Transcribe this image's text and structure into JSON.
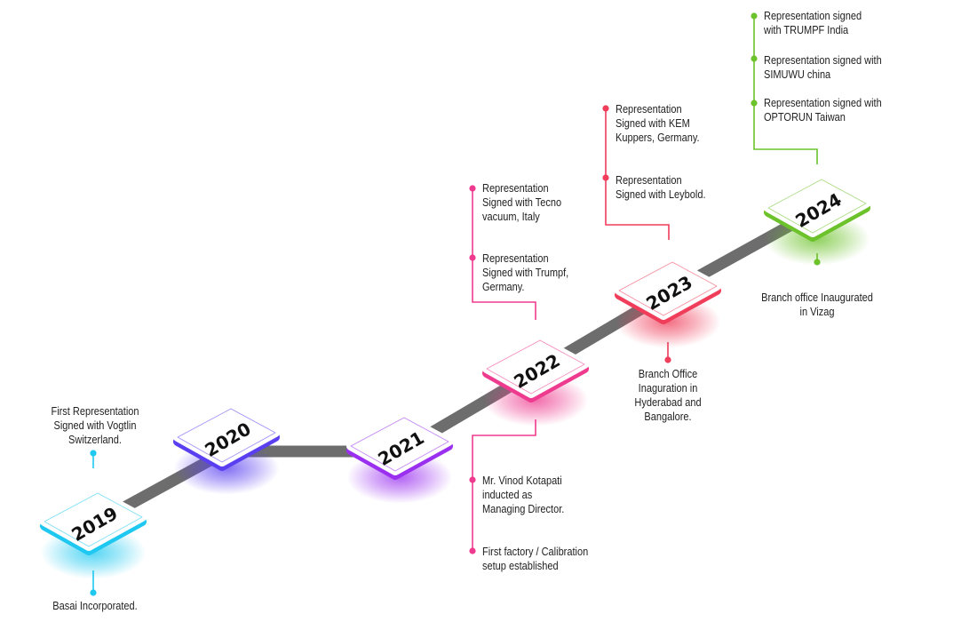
{
  "milestones": [
    {
      "year": "2019",
      "color": "#1ec8f0",
      "above": [
        "First Representation\nSigned with Vogtlin\nSwitzerland."
      ],
      "below": [
        "Basai Incorporated."
      ]
    },
    {
      "year": "2020",
      "color": "#5a3ff0",
      "above": [],
      "below": []
    },
    {
      "year": "2021",
      "color": "#9a2ff0",
      "above": [],
      "below": []
    },
    {
      "year": "2022",
      "color": "#ee3b8f",
      "above": [
        "Representation\nSigned with Tecno\nvacuum, Italy",
        "Representation\nSigned with Trumpf,\nGermany."
      ],
      "below": [
        "Mr. Vinod Kotapati\ninducted as\nManaging Director.",
        "First factory / Calibration\nsetup established"
      ]
    },
    {
      "year": "2023",
      "color": "#ef3d5a",
      "above": [
        "Representation\nSigned with KEM\nKuppers, Germany.",
        "Representation\nSigned with Leybold."
      ],
      "below": [
        "Branch Office\nInaguration in\nHyderabad and\nBangalore."
      ]
    },
    {
      "year": "2024",
      "color": "#6cc22a",
      "above": [
        "Representation signed\nwith TRUMPF India",
        "Representation signed with\nSIMUWU china",
        "Representation signed with\nOPTORUN Taiwan"
      ],
      "below": [
        "Branch office Inaugurated\nin Vizag"
      ]
    }
  ]
}
